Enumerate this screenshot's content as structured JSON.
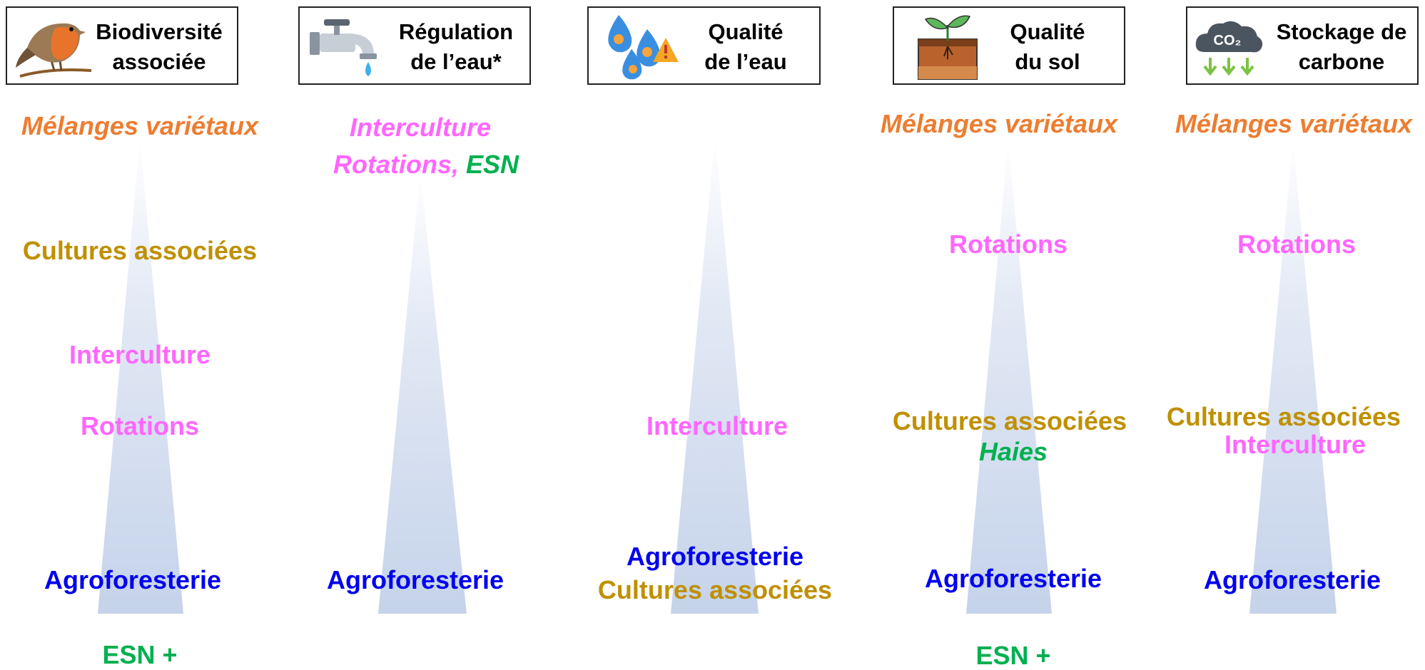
{
  "colors": {
    "melanges": "#ED7D31",
    "cultures_associees": "#BF9000",
    "interculture_rotations": "#FF66FF",
    "agroforesterie": "#0000EE",
    "esn_haies": "#00B050",
    "cone_top": "#ffffff",
    "cone_bottom": "#c5d3ea"
  },
  "columns": [
    {
      "header": {
        "line1": "Biodiversité",
        "line2": "associée",
        "icon": "robin-bird-icon"
      },
      "labels": {
        "l1": "Mélanges variétaux",
        "l2": "Cultures associées",
        "l3": "Interculture",
        "l4": "Rotations",
        "l5": "Agroforesterie",
        "l6": "ESN +"
      }
    },
    {
      "header": {
        "line1": "Régulation",
        "line2": "de l’eau*",
        "icon": "water-tap-icon"
      },
      "labels": {
        "l1": "Interculture",
        "l2a": "Rotations, ",
        "l2b": "ESN",
        "l3": "Agroforesterie"
      }
    },
    {
      "header": {
        "line1": "Qualité",
        "line2": "de l’eau",
        "icon": "water-drops-warning-icon"
      },
      "labels": {
        "l1": "Interculture",
        "l2": "Agroforesterie",
        "l3": "Cultures associées"
      }
    },
    {
      "header": {
        "line1": "Qualité",
        "line2": "du sol",
        "icon": "soil-seedling-icon"
      },
      "labels": {
        "l1": "Mélanges variétaux",
        "l2": "Rotations",
        "l3": "Cultures associées",
        "l4": "Haies",
        "l5": "Agroforesterie",
        "l6": "ESN +"
      }
    },
    {
      "header": {
        "line1": "Stockage de",
        "line2": "carbone",
        "icon": "co2-cloud-icon",
        "icon_text": "CO₂"
      },
      "labels": {
        "l1": "Mélanges variétaux",
        "l2": "Rotations",
        "l3": "Cultures associées",
        "l4": "Interculture",
        "l5": "Agroforesterie"
      }
    }
  ]
}
